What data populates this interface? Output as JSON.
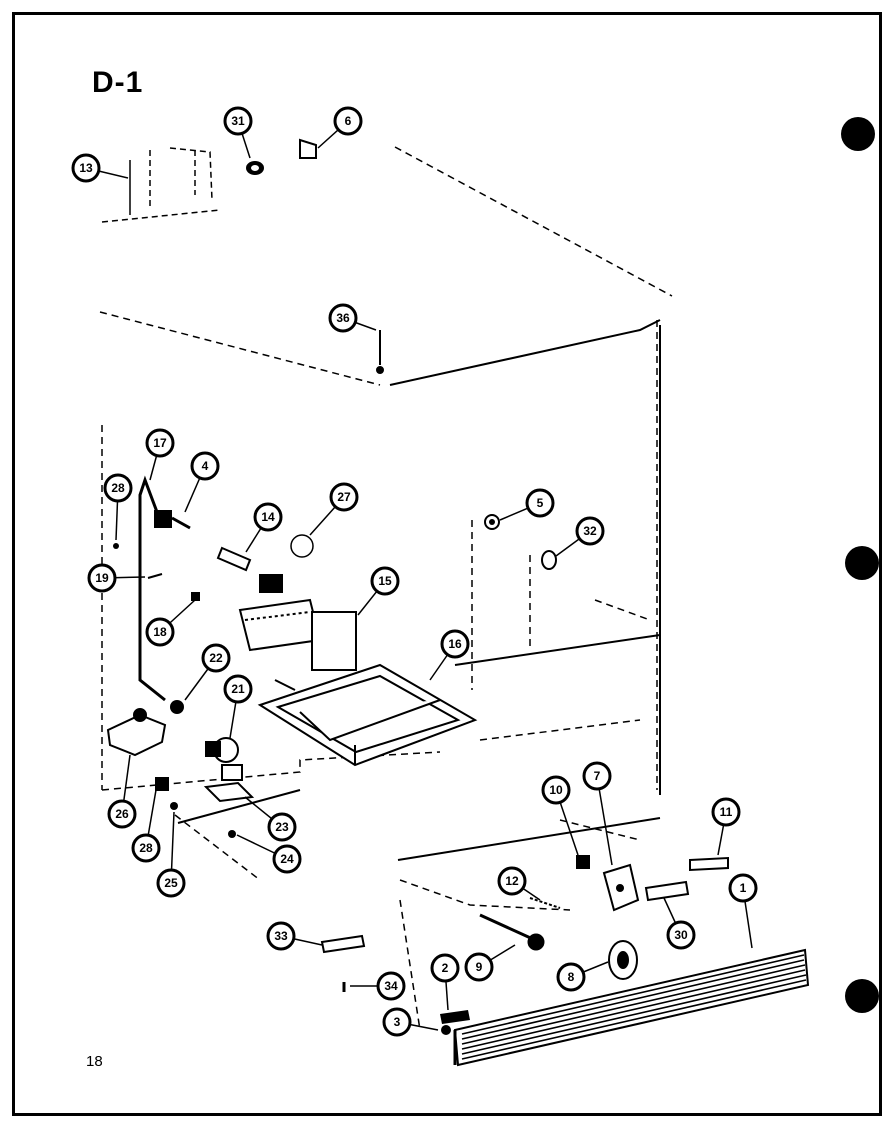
{
  "figure": {
    "id": "D-1",
    "page_number": "18"
  },
  "callouts": [
    {
      "id": "c13",
      "label": "13"
    },
    {
      "id": "c31",
      "label": "31"
    },
    {
      "id": "c6a",
      "label": "6"
    },
    {
      "id": "c36",
      "label": "36"
    },
    {
      "id": "c17",
      "label": "17"
    },
    {
      "id": "c4",
      "label": "4"
    },
    {
      "id": "c28a",
      "label": "28"
    },
    {
      "id": "c14",
      "label": "14"
    },
    {
      "id": "c27",
      "label": "27"
    },
    {
      "id": "c5",
      "label": "5"
    },
    {
      "id": "c32",
      "label": "32"
    },
    {
      "id": "c19",
      "label": "19"
    },
    {
      "id": "c18",
      "label": "18"
    },
    {
      "id": "c15",
      "label": "15"
    },
    {
      "id": "c16",
      "label": "16"
    },
    {
      "id": "c22",
      "label": "22"
    },
    {
      "id": "c21",
      "label": "21"
    },
    {
      "id": "c26",
      "label": "26"
    },
    {
      "id": "c28b",
      "label": "28"
    },
    {
      "id": "c23",
      "label": "23"
    },
    {
      "id": "c24",
      "label": "24"
    },
    {
      "id": "c25",
      "label": "25"
    },
    {
      "id": "c10",
      "label": "10"
    },
    {
      "id": "c7",
      "label": "7"
    },
    {
      "id": "c11",
      "label": "11"
    },
    {
      "id": "c12",
      "label": "12"
    },
    {
      "id": "c1",
      "label": "1"
    },
    {
      "id": "c30",
      "label": "30"
    },
    {
      "id": "c33",
      "label": "33"
    },
    {
      "id": "c9",
      "label": "9"
    },
    {
      "id": "c8",
      "label": "8"
    },
    {
      "id": "c2",
      "label": "2"
    },
    {
      "id": "c34",
      "label": "34"
    },
    {
      "id": "c3",
      "label": "3"
    }
  ]
}
